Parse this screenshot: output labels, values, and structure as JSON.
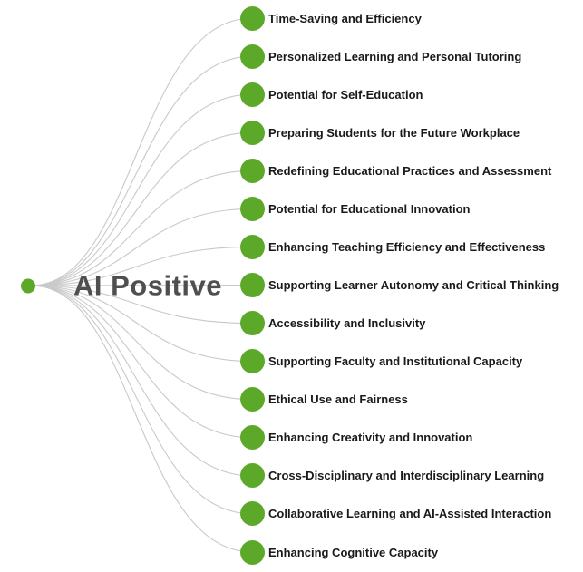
{
  "diagram": {
    "root": {
      "label": "AI Positive"
    },
    "branches": [
      {
        "label": "Time-Saving and Efficiency"
      },
      {
        "label": "Personalized Learning and Personal Tutoring"
      },
      {
        "label": "Potential for Self-Education"
      },
      {
        "label": "Preparing Students for the Future Workplace"
      },
      {
        "label": "Redefining Educational Practices and Assessment"
      },
      {
        "label": "Potential for Educational Innovation"
      },
      {
        "label": "Enhancing Teaching Efficiency and Effectiveness"
      },
      {
        "label": "Supporting Learner Autonomy and Critical Thinking"
      },
      {
        "label": "Accessibility and Inclusivity"
      },
      {
        "label": "Supporting Faculty and Institutional Capacity"
      },
      {
        "label": "Ethical Use and Fairness"
      },
      {
        "label": "Enhancing Creativity and Innovation"
      },
      {
        "label": "Cross-Disciplinary and Interdisciplinary Learning"
      },
      {
        "label": "Collaborative Learning and AI-Assisted Interaction"
      },
      {
        "label": "Enhancing Cognitive Capacity"
      }
    ],
    "colors": {
      "node_fill": "#5ca828",
      "link_stroke": "#c9c9c9",
      "root_text": "#4f4f4f",
      "branch_text": "#1a1a1a",
      "background": "#ffffff"
    }
  }
}
